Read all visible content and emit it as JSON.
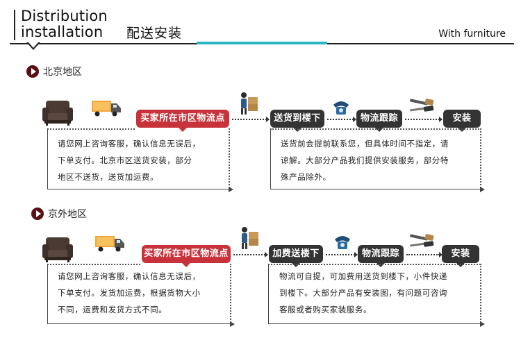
{
  "header": {
    "title_en_line1": "Distribution",
    "title_en_line2": "installation",
    "title_cn": "配送安装",
    "right_label": "With furniture"
  },
  "sections": [
    {
      "title": "北京地区",
      "steps": [
        "买家所在市区物流点",
        "送货到楼下",
        "物流跟踪",
        "安装"
      ],
      "left_text": [
        "请您网上咨询客服，确认信息无误后，",
        "下单支付。北京市区送货安装，部分",
        "地区不送货，送货加运费。"
      ],
      "right_text": [
        "送货前会提前联系您，但具体时间不指定，请",
        "谅解。大部分产品我们提供安装服务，部分特",
        "殊产品除外。"
      ]
    },
    {
      "title": "京外地区",
      "steps": [
        "买家所在市区物流点",
        "加费送楼下",
        "物流跟踪",
        "安装"
      ],
      "left_text": [
        "请您网上咨询客服，确认信息无误后，",
        "下单支付。发货加运费，根据货物大小",
        "不同，运费和发货方式不同。"
      ],
      "right_text": [
        "物流可自提，可加费用送货到楼下，小件快递",
        "到楼下。大部分产品有安装图，有问题可咨询",
        "客服或者购买家装服务。"
      ]
    }
  ],
  "icons": [
    "sofa-icon",
    "truck-icon",
    "porter-icon",
    "phone-icon",
    "tools-icon",
    "play-icon"
  ],
  "colors": {
    "accent_red": "#c8333b",
    "dark": "#333333",
    "teal": "#29b6c3",
    "maroon": "#5a0f14"
  }
}
